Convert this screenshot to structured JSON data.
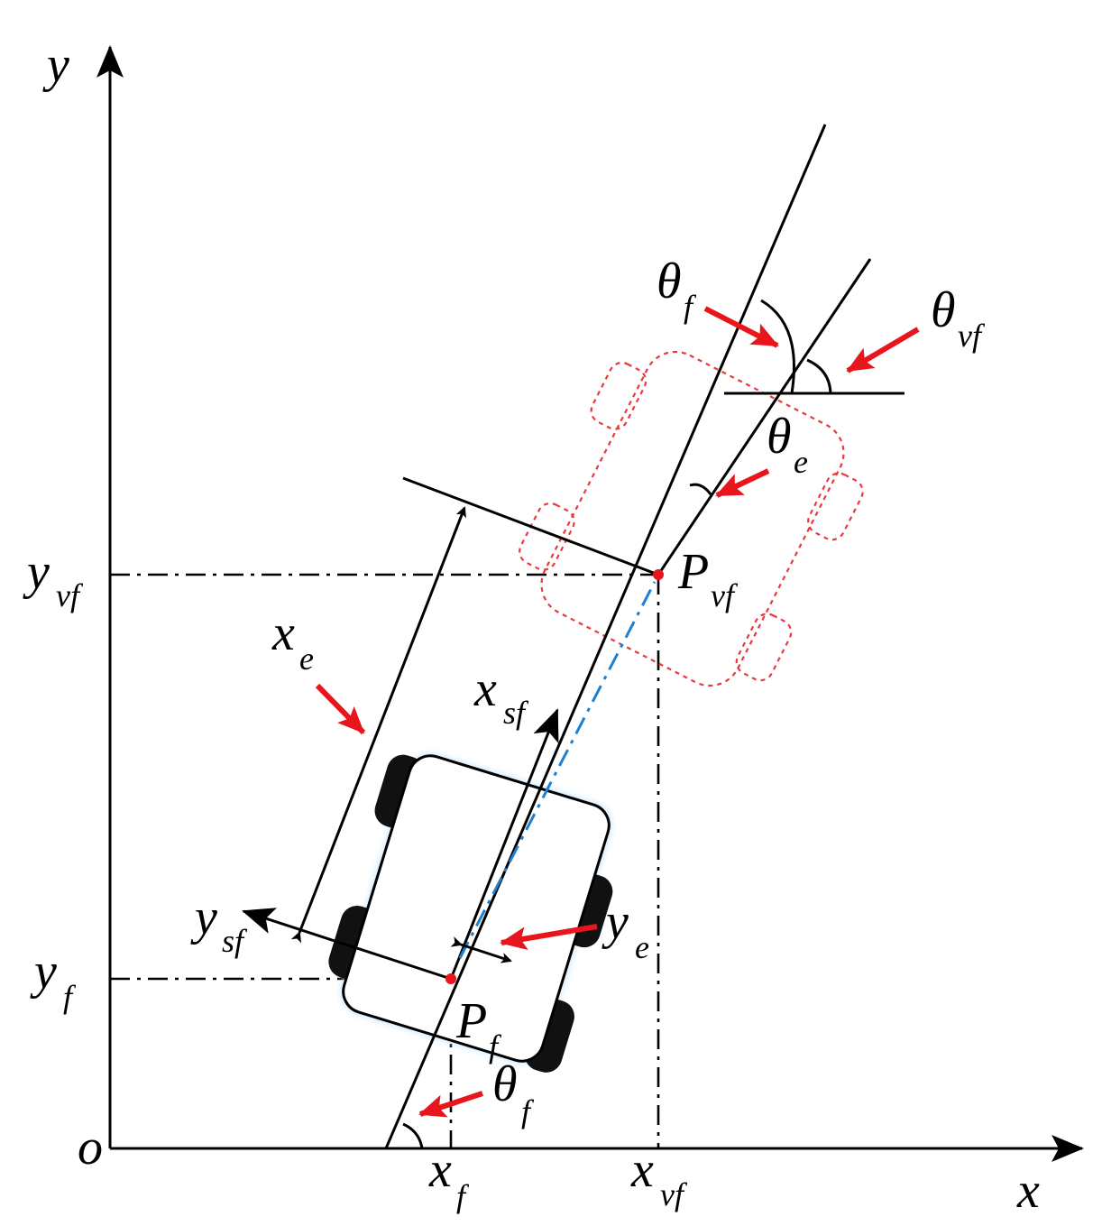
{
  "axes": {
    "x_label": "x",
    "y_label": "y",
    "origin_label": "o"
  },
  "labels": {
    "theta_f_top": {
      "main": "θ",
      "sub": "f"
    },
    "theta_vf": {
      "main": "θ",
      "sub": "vf"
    },
    "theta_e": {
      "main": "θ",
      "sub": "e"
    },
    "p_vf": {
      "main": "P",
      "sub": "vf"
    },
    "y_vf": {
      "main": "y",
      "sub": "vf"
    },
    "x_e": {
      "main": "x",
      "sub": "e"
    },
    "x_sf": {
      "main": "x",
      "sub": "sf"
    },
    "y_sf": {
      "main": "y",
      "sub": "sf"
    },
    "y_e": {
      "main": "y",
      "sub": "e"
    },
    "y_f": {
      "main": "y",
      "sub": "f"
    },
    "p_f": {
      "main": "P",
      "sub": "f"
    },
    "theta_f_bottom": {
      "main": "θ",
      "sub": "f"
    },
    "x_f": {
      "main": "x",
      "sub": "f"
    },
    "x_vf": {
      "main": "x",
      "sub": "vf"
    }
  },
  "colors": {
    "axis": "#000000",
    "annotation_arrow": "#e8151c",
    "path_line": "#1f7fd0",
    "ghost_vehicle": "#e8393f",
    "point": "#e8151c",
    "wheel": "#111111"
  }
}
